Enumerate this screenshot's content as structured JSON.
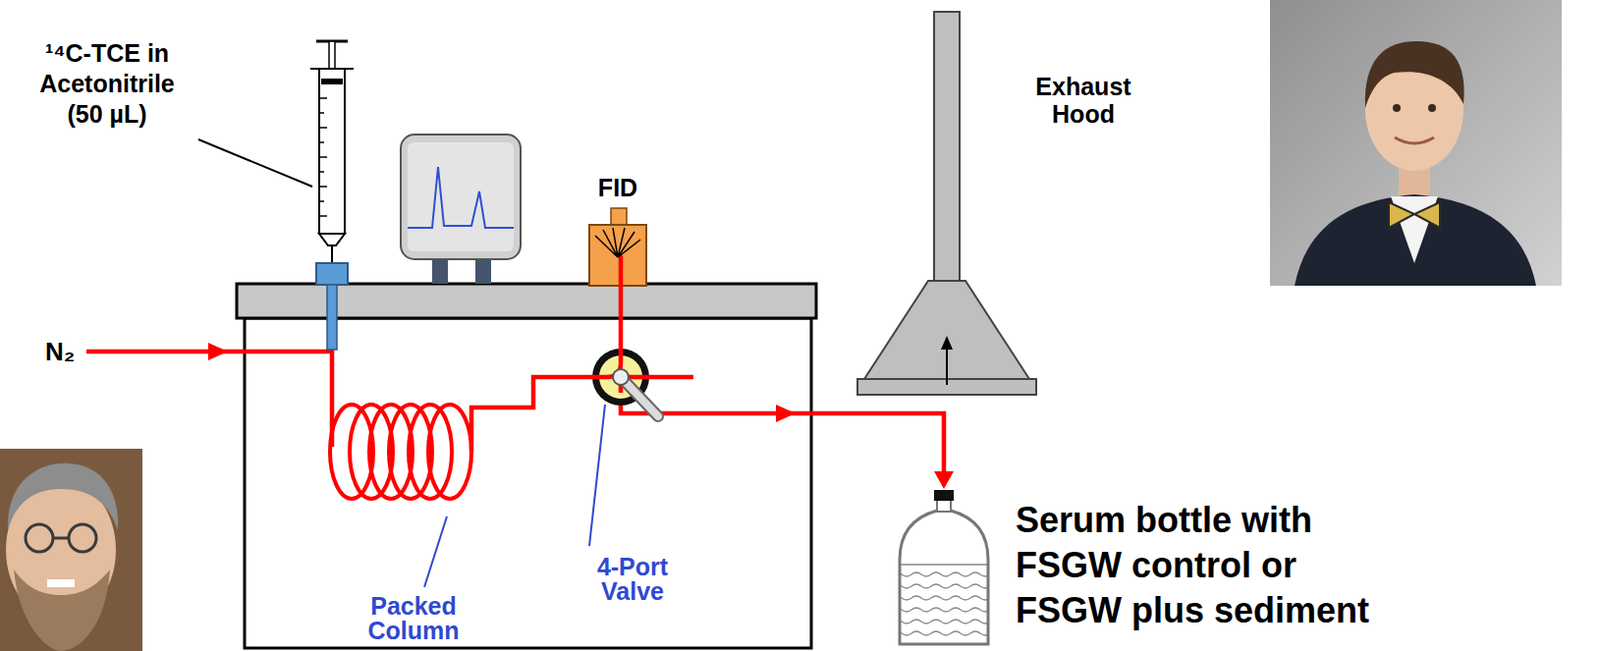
{
  "diagram": {
    "labels": [
      "¹⁴C-TCE in Acetonitrile (50 µL)",
      "N₂",
      "FID",
      "Exhaust Hood",
      "Packed Column",
      "4-Port Valve",
      "Serum bottle with FSGW control or FSGW plus sediment"
    ]
  }
}
